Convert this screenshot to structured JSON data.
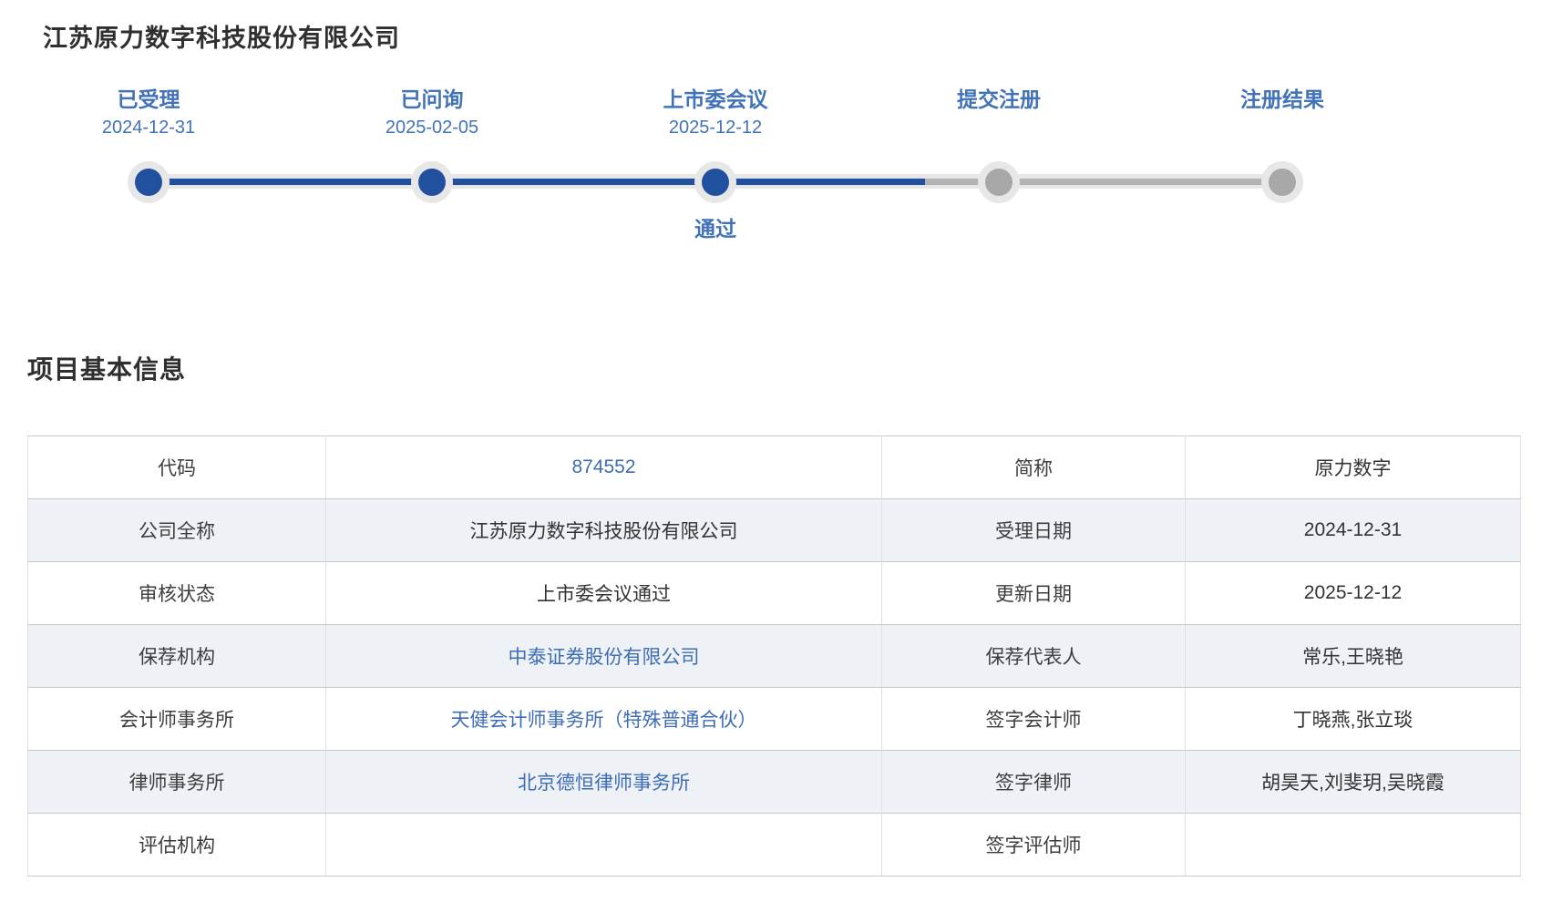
{
  "page": {
    "title": "江苏原力数字科技股份有限公司"
  },
  "timeline": {
    "progress_percent": 68.5,
    "steps": [
      {
        "label": "已受理",
        "date": "2024-12-31",
        "state": "active"
      },
      {
        "label": "已问询",
        "date": "2025-02-05",
        "state": "active"
      },
      {
        "label": "上市委会议",
        "date": "2025-12-12",
        "state": "active"
      },
      {
        "label": "提交注册",
        "date": "",
        "state": "inactive"
      },
      {
        "label": "注册结果",
        "date": "",
        "state": "inactive"
      }
    ],
    "committee_result": "通过"
  },
  "section": {
    "title": "项目基本信息"
  },
  "table": {
    "rows": [
      {
        "label1": "代码",
        "value1": "874552",
        "label2": "简称",
        "value2": "原力数字"
      },
      {
        "label1": "公司全称",
        "value1": "江苏原力数字科技股份有限公司",
        "label2": "受理日期",
        "value2": "2024-12-31"
      },
      {
        "label1": "审核状态",
        "value1": "上市委会议通过",
        "label2": "更新日期",
        "value2": "2025-12-12"
      },
      {
        "label1": "保荐机构",
        "value1": "中泰证券股份有限公司",
        "label2": "保荐代表人",
        "value2": "常乐,王晓艳"
      },
      {
        "label1": "会计师事务所",
        "value1": "天健会计师事务所（特殊普通合伙）",
        "label2": "签字会计师",
        "value2": "丁晓燕,张立琰"
      },
      {
        "label1": "律师事务所",
        "value1": "北京德恒律师事务所",
        "label2": "签字律师",
        "value2": "胡昊天,刘斐玥,吴晓霞"
      },
      {
        "label1": "评估机构",
        "value1": "",
        "label2": "签字评估师",
        "value2": ""
      }
    ]
  },
  "colors": {
    "accent_blue": "#4272b8",
    "active_line_blue": "#21509f",
    "inactive_gray": "#b3b3b3",
    "halo_gray": "#e7e7e7",
    "link_blue": "#3e6db5",
    "row_shade": "#eef2f7",
    "text_dark": "#2f2f2f"
  }
}
